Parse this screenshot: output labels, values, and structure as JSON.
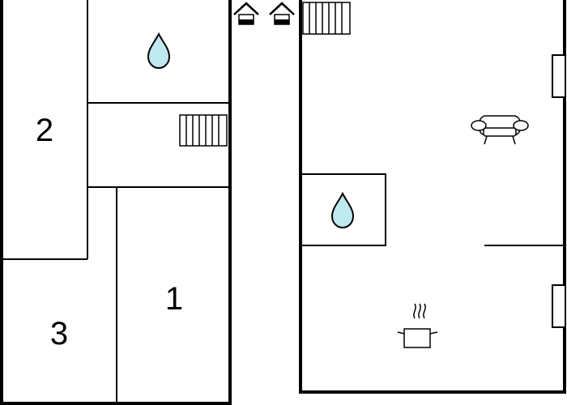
{
  "rooms": {
    "room_1": "1",
    "room_2": "2",
    "room_3": "3"
  },
  "icons": {
    "water": "water-drop-icon",
    "stairs": "stairs-icon",
    "entrance": "house-entrance-icon",
    "sofa": "sofa-icon",
    "cooking": "cooking-pot-icon",
    "window": "window-icon"
  },
  "colors": {
    "walls": "#000000",
    "water": "#bfe8ef",
    "background": "#ffffff"
  }
}
